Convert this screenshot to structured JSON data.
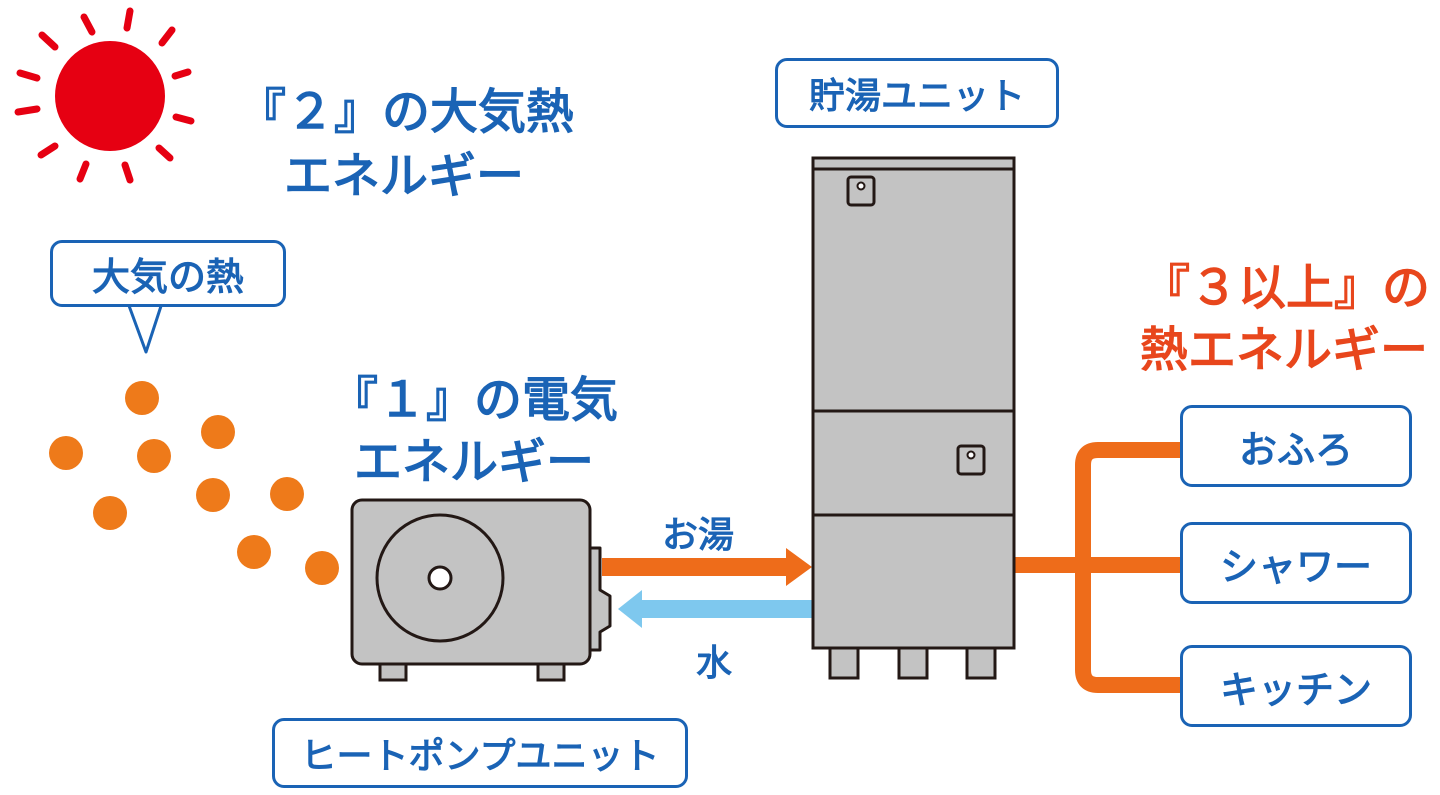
{
  "air_heat_energy": {
    "text_line1": "『２』の大気熱",
    "text_line2": "エネルギー"
  },
  "air_heat_bubble": {
    "label": "大気の熱"
  },
  "electric_energy": {
    "text_line1": "『１』の電気",
    "text_line2": "エネルギー"
  },
  "tank_unit": {
    "label": "貯湯ユニット"
  },
  "heat_pump_unit": {
    "label": "ヒートポンプユニット"
  },
  "flows": {
    "hot_water_label": "お湯",
    "water_label": "水"
  },
  "output_energy": {
    "text_line1": "『３以上』の",
    "text_line2": "熱エネルギー"
  },
  "outlets": [
    {
      "label": "おふろ"
    },
    {
      "label": "シャワー"
    },
    {
      "label": "キッチン"
    }
  ],
  "colors": {
    "sun": "#e60012",
    "heat_dots": "#ee7a1a",
    "hot_pipe": "#ee6c1a",
    "water_pipe": "#7ec8ee",
    "outlet_pipe": "#ee6c1a",
    "text_blue": "#1a63b5",
    "text_red": "#e8461c",
    "unit_gray": "#c3c3c3"
  }
}
